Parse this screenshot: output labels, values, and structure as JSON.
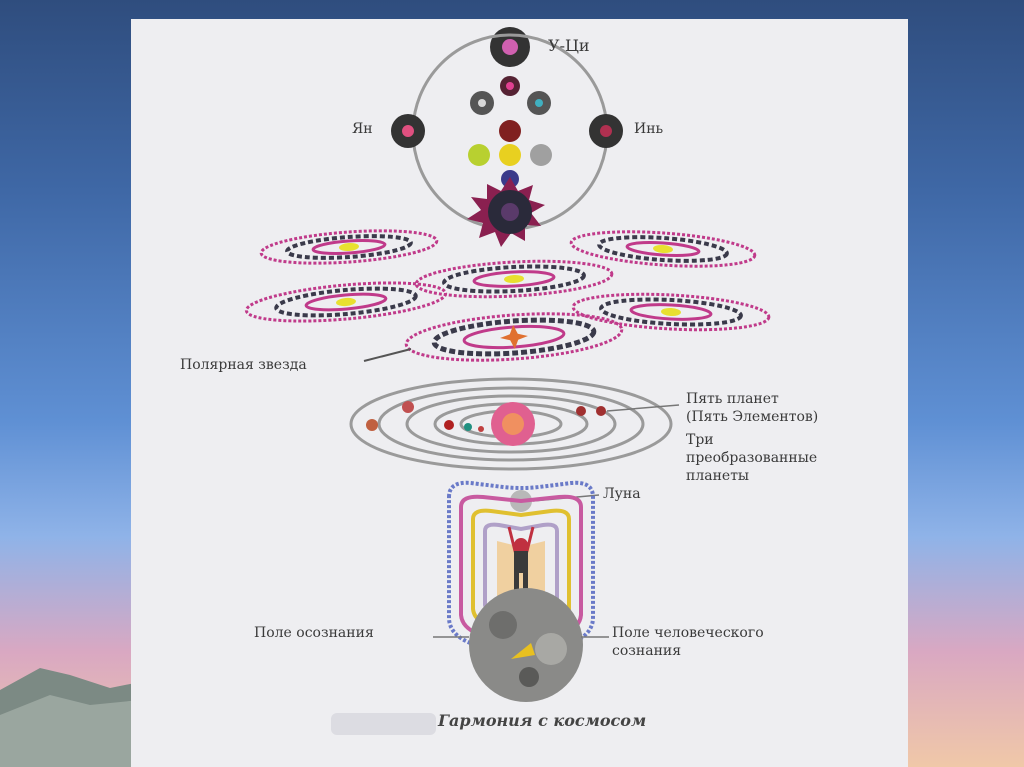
{
  "labels": {
    "wu_chi": "У-Ци",
    "yang": "Ян",
    "yin": "Инь",
    "polar_star": "Полярная звезда",
    "five_planets_1": "Пять планет",
    "five_planets_2": "(Пять Элементов)",
    "three_1": "Три",
    "three_2": "преобразованные",
    "three_3": "планеты",
    "moon": "Луна",
    "field_awareness": "Поле осознания",
    "field_human_1": "Поле человеческого",
    "field_human_2": "сознания"
  },
  "caption": "Гармония с космосом",
  "colors": {
    "card": "#eeeef1",
    "galaxy_pink": "#c03a8a",
    "galaxy_dark": "#3a3a4a",
    "galaxy_core": "#e8e030",
    "orbit": "#9a9a9a"
  }
}
